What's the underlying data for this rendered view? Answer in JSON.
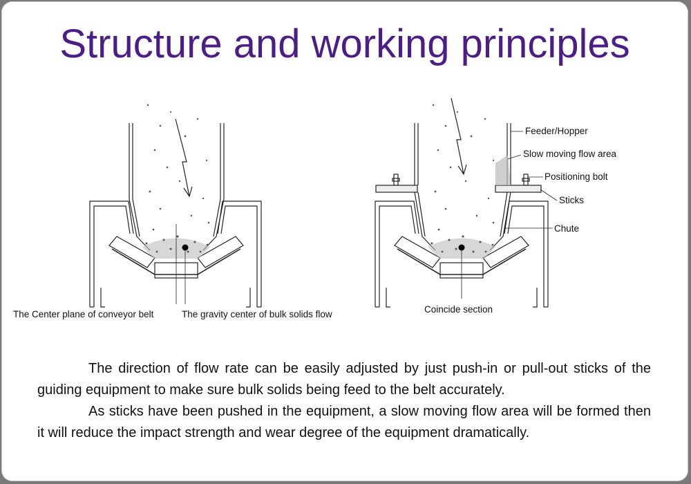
{
  "slide": {
    "title": "Structure and working principles"
  },
  "left_diagram": {
    "label_center_plane": "The Center plane of conveyor belt",
    "label_gravity_center": "The gravity center of bulk solids flow"
  },
  "right_diagram": {
    "label_coincide": "Coincide section",
    "callouts": {
      "feeder_hopper": "Feeder/Hopper",
      "slow_flow": "Slow moving flow area",
      "positioning_bolt": "Positioning bolt",
      "sticks": "Sticks",
      "chute": "Chute"
    }
  },
  "body": {
    "paragraph_1": "The direction of flow rate can be easily adjusted by just push-in or pull-out sticks of the guiding equipment to make sure bulk solids being feed to the belt accurately.",
    "paragraph_2": "As sticks have been pushed in the equipment, a slow moving flow area will be formed then it will reduce the impact strength and wear degree of the equipment dramatically."
  },
  "colors": {
    "title": "#4b1d86",
    "frame": "#7a7a7a"
  }
}
